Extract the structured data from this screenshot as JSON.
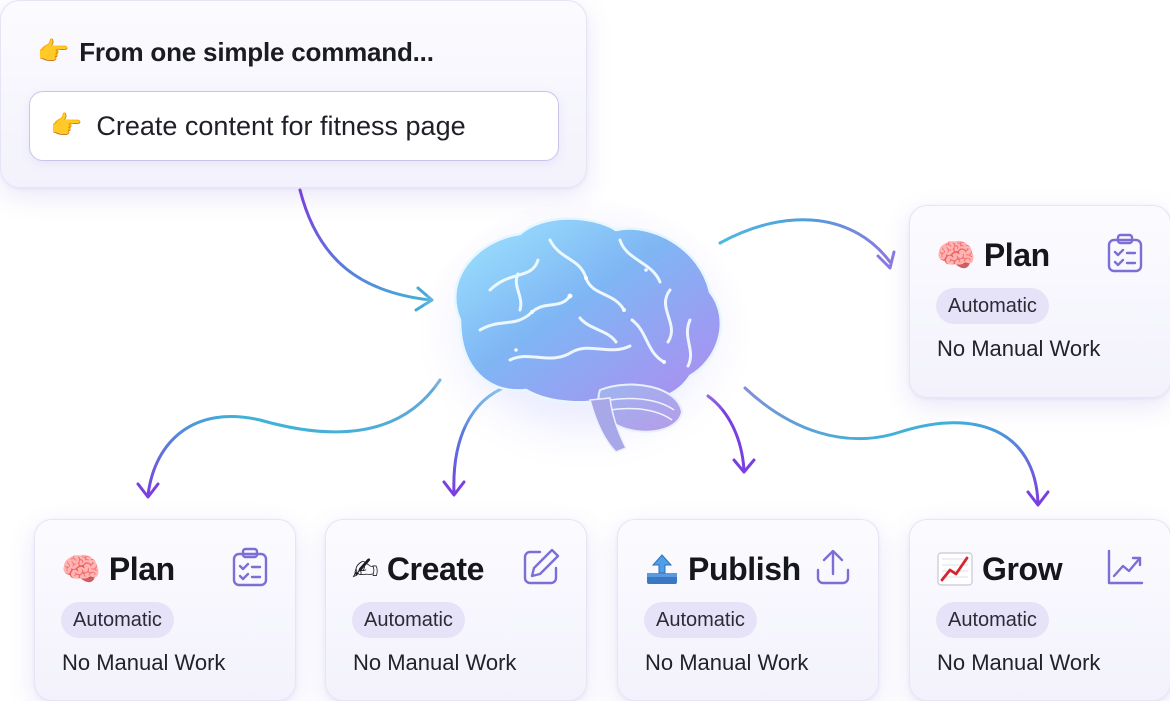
{
  "command": {
    "title": "From one simple command...",
    "title_icon": "pointing-hand-emoji",
    "input_value": "Create content for fitness page",
    "input_icon": "pointing-hand-emoji"
  },
  "steps": [
    {
      "id": "plan-top",
      "title": "Plan",
      "emoji": "🧠",
      "icon": "clipboard-check-icon",
      "badge": "Automatic",
      "subtitle": "No Manual Work"
    },
    {
      "id": "plan",
      "title": "Plan",
      "emoji": "🧠",
      "icon": "clipboard-check-icon",
      "badge": "Automatic",
      "subtitle": "No Manual Work"
    },
    {
      "id": "create",
      "title": "Create",
      "emoji": "✍",
      "icon": "edit-pencil-icon",
      "badge": "Automatic",
      "subtitle": "No Manual Work"
    },
    {
      "id": "publish",
      "title": "Publish",
      "emoji": "📤",
      "icon": "upload-icon",
      "badge": "Automatic",
      "subtitle": "No Manual Work"
    },
    {
      "id": "grow",
      "title": "Grow",
      "emoji": "📈",
      "icon": "trending-up-icon",
      "badge": "Automatic",
      "subtitle": "No Manual Work"
    }
  ],
  "colors": {
    "accent_purple": "#7a3fe0",
    "accent_cyan": "#3fb2d8",
    "icon_purple": "#7b6fd6",
    "badge_bg": "#e6e3f9"
  },
  "center_icon": "brain-icon"
}
